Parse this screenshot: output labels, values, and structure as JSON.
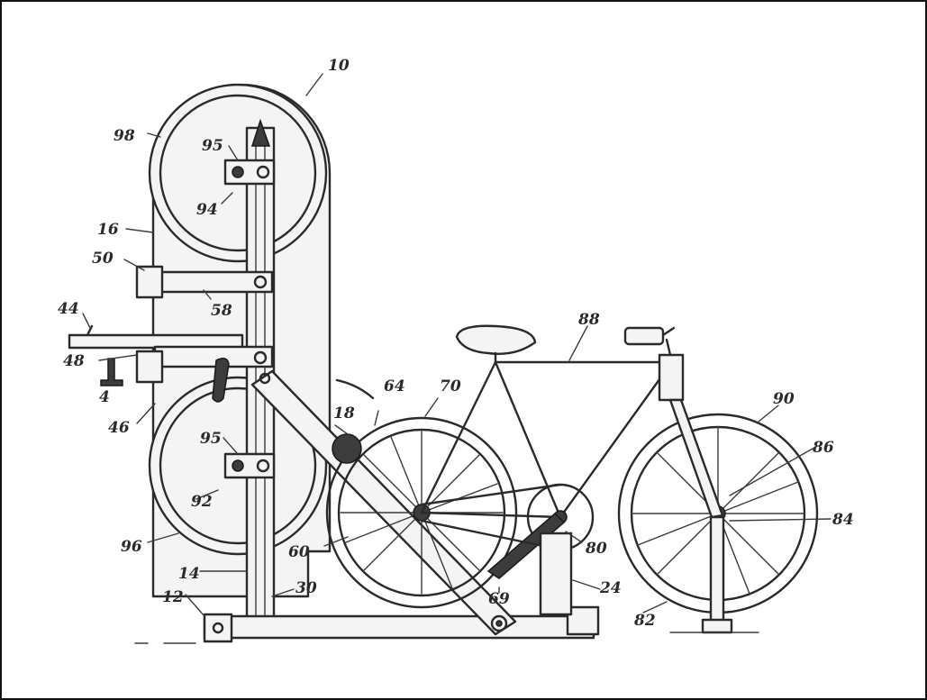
{
  "figure": {
    "reference_numerals": [
      {
        "id": "n10",
        "text": "10"
      },
      {
        "id": "n98",
        "text": "98"
      },
      {
        "id": "n95a",
        "text": "95"
      },
      {
        "id": "n94",
        "text": "94"
      },
      {
        "id": "n16",
        "text": "16"
      },
      {
        "id": "n50",
        "text": "50"
      },
      {
        "id": "n58",
        "text": "58"
      },
      {
        "id": "n44",
        "text": "44"
      },
      {
        "id": "n48",
        "text": "48"
      },
      {
        "id": "n4",
        "text": "4"
      },
      {
        "id": "n46",
        "text": "46"
      },
      {
        "id": "n95b",
        "text": "95"
      },
      {
        "id": "n92",
        "text": "92"
      },
      {
        "id": "n96",
        "text": "96"
      },
      {
        "id": "n14",
        "text": "14"
      },
      {
        "id": "n12",
        "text": "12"
      },
      {
        "id": "n30",
        "text": "30"
      },
      {
        "id": "n60",
        "text": "60"
      },
      {
        "id": "n18",
        "text": "18"
      },
      {
        "id": "n64",
        "text": "64"
      },
      {
        "id": "n70",
        "text": "70"
      },
      {
        "id": "n88",
        "text": "88"
      },
      {
        "id": "n90",
        "text": "90"
      },
      {
        "id": "n86",
        "text": "86"
      },
      {
        "id": "n84",
        "text": "84"
      },
      {
        "id": "n80",
        "text": "80"
      },
      {
        "id": "n69",
        "text": "69"
      },
      {
        "id": "n24",
        "text": "24"
      },
      {
        "id": "n82",
        "text": "82"
      }
    ]
  }
}
